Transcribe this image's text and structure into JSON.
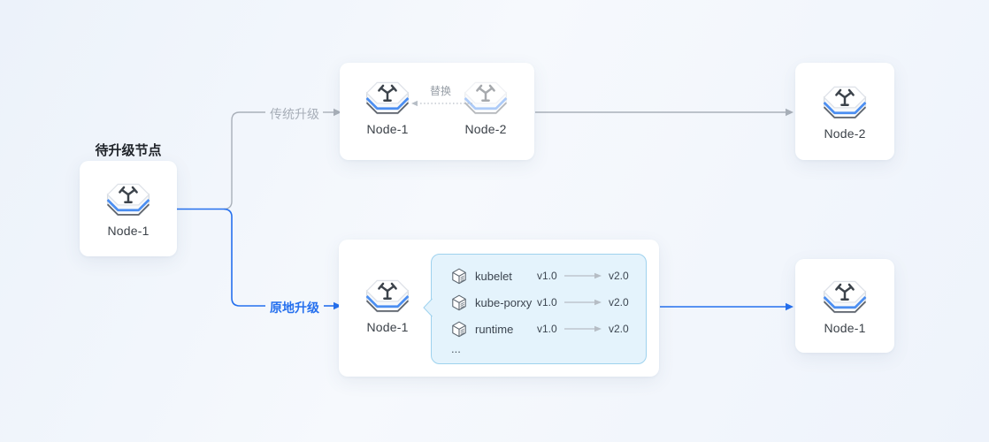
{
  "colors": {
    "accent_blue": "#2570ee",
    "line_gray": "#a9b0b9",
    "bubble_bg": "#e4f3fc",
    "bubble_border": "#9ed2ee"
  },
  "source": {
    "title": "待升级节点",
    "node_label": "Node-1"
  },
  "branches": {
    "traditional_label": "传统升级",
    "inplace_label": "原地升级"
  },
  "traditional": {
    "node_new": "Node-1",
    "node_old": "Node-2",
    "replace_label": "替换",
    "result_node": "Node-2"
  },
  "inplace": {
    "node_label": "Node-1",
    "components": [
      {
        "name": "kubelet",
        "from": "v1.0",
        "to": "v2.0"
      },
      {
        "name": "kube-porxy",
        "from": "v1.0",
        "to": "v2.0"
      },
      {
        "name": "runtime",
        "from": "v1.0",
        "to": "v2.0"
      }
    ],
    "ellipsis": "...",
    "result_node": "Node-1"
  }
}
